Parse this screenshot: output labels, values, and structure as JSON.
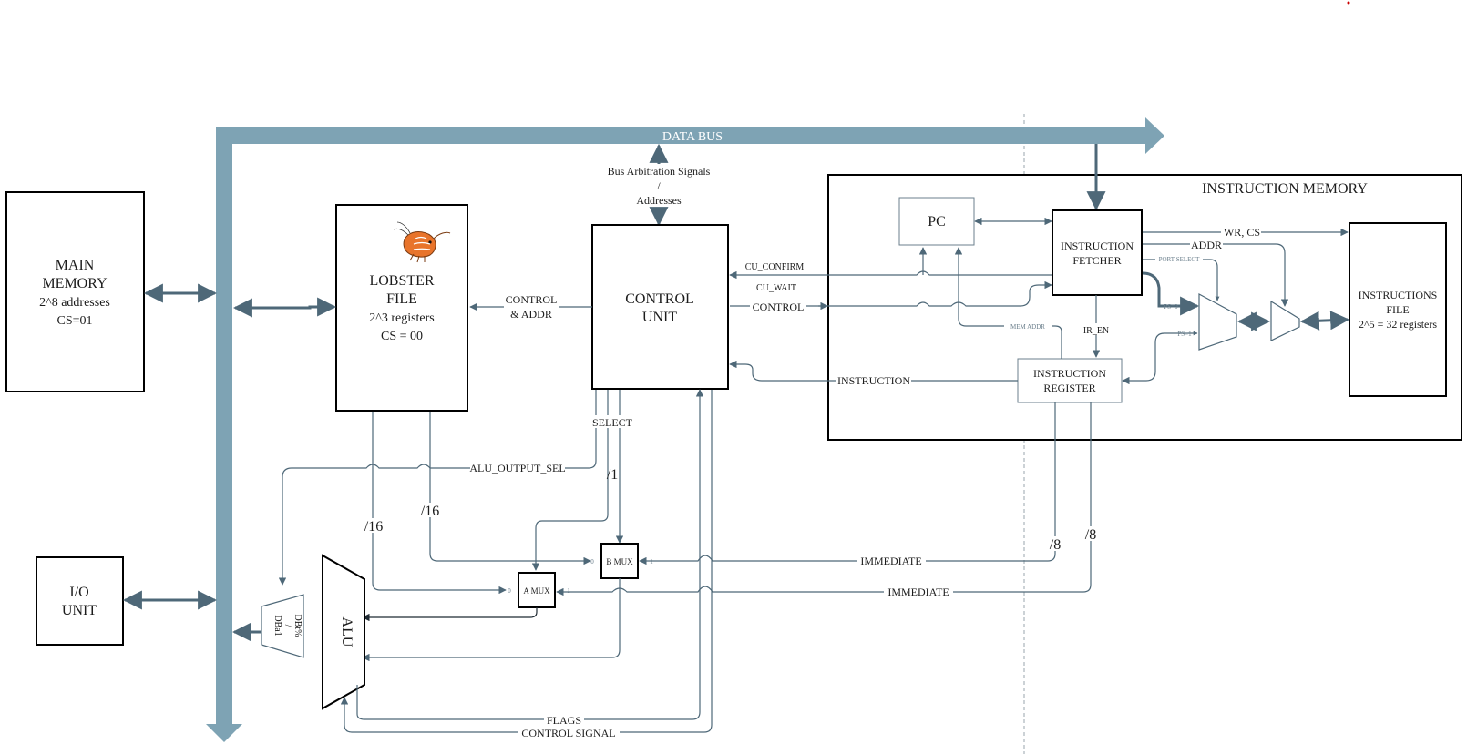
{
  "bus": {
    "label": "DATA BUS"
  },
  "arbitration": {
    "label": "Bus Arbitration Signals",
    "separator": "/",
    "addresses": "Addresses"
  },
  "main_memory": {
    "line1": "MAIN",
    "line2": "MEMORY",
    "line3": "2^8 addresses",
    "line4": "CS=01"
  },
  "lobster_file": {
    "line1": "LOBSTER",
    "line2": "FILE",
    "line3": "2^3 registers",
    "line4": "CS = 00"
  },
  "control_unit": {
    "line1": "CONTROL",
    "line2": "UNIT"
  },
  "io_unit": {
    "line1": "I/O",
    "line2": "UNIT"
  },
  "alu": {
    "label": "ALU"
  },
  "demux": {
    "line1": "DBt%",
    "line2": "/",
    "line3": "DBa1"
  },
  "a_mux": {
    "label": "A MUX",
    "in0": "0",
    "in1": "1"
  },
  "b_mux": {
    "label": "B MUX",
    "in0": "0",
    "in1": "1"
  },
  "instr_mem": {
    "title": "INSTRUCTION MEMORY",
    "pc": "PC",
    "fetcher_line1": "INSTRUCTION",
    "fetcher_line2": "FETCHER",
    "register_line1": "INSTRUCTION",
    "register_line2": "REGISTER",
    "file_line1": "INSTRUCTIONS",
    "file_line2": "FILE",
    "file_line3": "2^5 = 32 registers",
    "wr_cs": "WR, CS",
    "addr": "ADDR",
    "port_select": "PORT SELECT",
    "ps0": "PS=0",
    "ps1": "PS=1",
    "mem_addr": "MEM ADDR",
    "ir_en": "IR_EN"
  },
  "signals": {
    "control_addr_1": "CONTROL",
    "control_addr_2": "& ADDR",
    "cu_confirm": "CU_CONFIRM",
    "cu_wait": "CU_WAIT",
    "control": "CONTROL",
    "instruction": "INSTRUCTION",
    "select": "SELECT",
    "alu_output_sel": "ALU_OUTPUT_SEL",
    "width_1": "/1",
    "width_16a": "/16",
    "width_16b": "/16",
    "width_8a": "/8",
    "width_8b": "/8",
    "immediate_b": "IMMEDIATE",
    "immediate_a": "IMMEDIATE",
    "flags": "FLAGS",
    "control_signal": "CONTROL SIGNAL"
  },
  "colors": {
    "bus": "#7ea3b4",
    "wire": "#4e6878",
    "box_border": "#000000",
    "marker": "#cc0000"
  }
}
